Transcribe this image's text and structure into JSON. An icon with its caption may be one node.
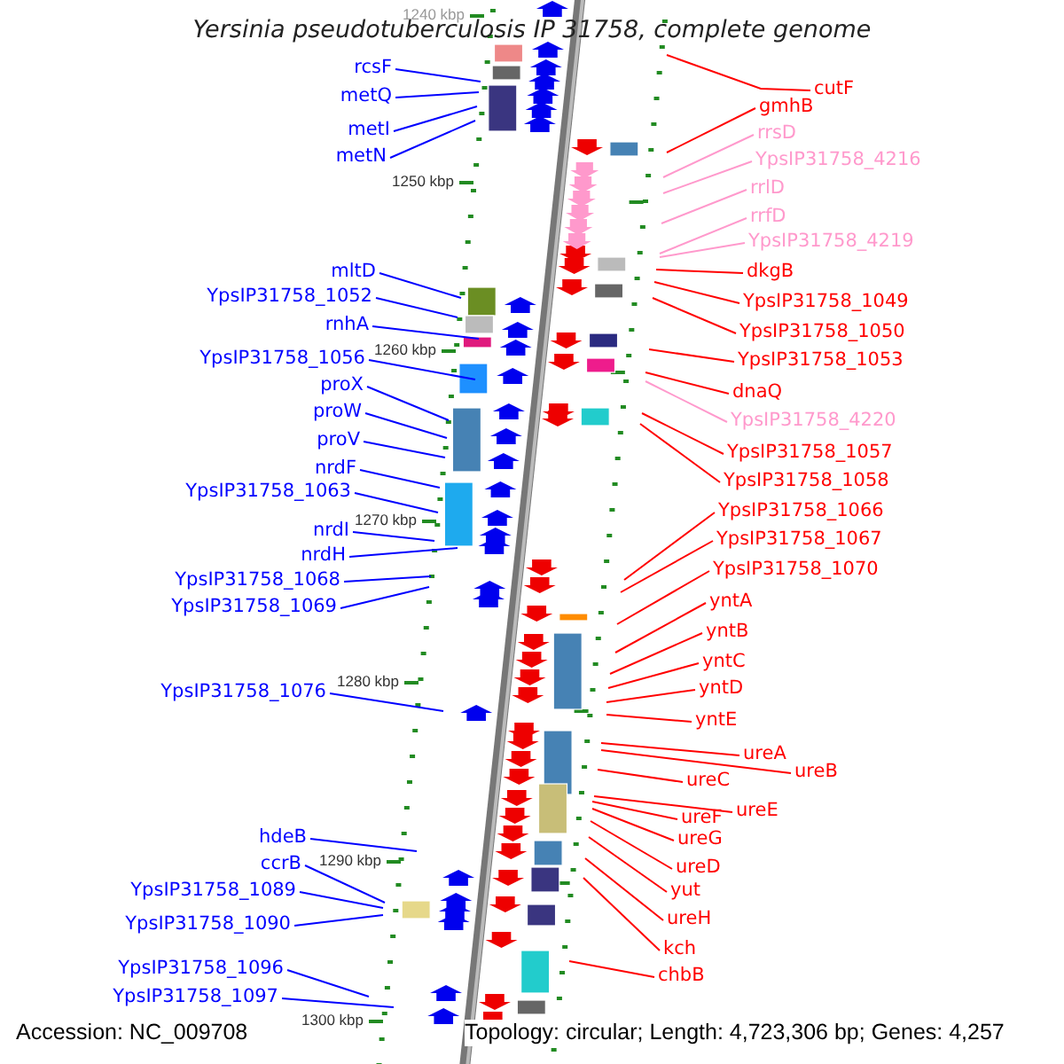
{
  "diagram": {
    "title": "Yersinia pseudotuberculosis IP 31758, complete genome",
    "nodes": [
      {
        "text": [
          "rcsF"
        ]
      },
      {
        "text": [
          "metQ"
        ]
      },
      {
        "text": [
          "metI"
        ]
      },
      {
        "text": [
          "metN"
        ]
      },
      {
        "text": [
          "mltD"
        ]
      },
      {
        "text": [
          "YpsIP31758_1052"
        ]
      },
      {
        "text": [
          "rnhA"
        ]
      },
      {
        "text": [
          "YpsIP31758_1056"
        ]
      },
      {
        "text": [
          "proX"
        ]
      },
      {
        "text": [
          "proW"
        ]
      },
      {
        "text": [
          "proV"
        ]
      },
      {
        "text": [
          "nrdF"
        ]
      },
      {
        "text": [
          "YpsIP31758_1063"
        ]
      },
      {
        "text": [
          "nrdI"
        ]
      },
      {
        "text": [
          "nrdH"
        ]
      },
      {
        "text": [
          "YpsIP31758_1068"
        ]
      },
      {
        "text": [
          "YpsIP31758_1069"
        ]
      },
      {
        "text": [
          "YpsIP31758_1076"
        ]
      },
      {
        "text": [
          "hdeB"
        ]
      },
      {
        "text": [
          "ccrB"
        ]
      },
      {
        "text": [
          "YpsIP31758_1089"
        ]
      },
      {
        "text": [
          "YpsIP31758_1090"
        ]
      },
      {
        "text": [
          "YpsIP31758_1096"
        ]
      },
      {
        "text": [
          "YpsIP31758_1097"
        ]
      },
      {
        "text": [
          "cutF"
        ]
      },
      {
        "text": [
          "gmhB"
        ]
      },
      {
        "text": [
          "rrsD"
        ]
      },
      {
        "text": [
          "YpsIP31758_4216"
        ]
      },
      {
        "text": [
          "rrlD"
        ]
      },
      {
        "text": [
          "rrfD"
        ]
      },
      {
        "text": [
          "YpsIP31758_4219"
        ]
      },
      {
        "text": [
          "dkgB"
        ]
      },
      {
        "text": [
          "YpsIP31758_1049"
        ]
      },
      {
        "text": [
          "YpsIP31758_1050"
        ]
      },
      {
        "text": [
          "YpsIP31758_1053"
        ]
      },
      {
        "text": [
          "dnaQ"
        ]
      },
      {
        "text": [
          "YpsIP31758_4220"
        ]
      },
      {
        "text": [
          "YpsIP31758_1057"
        ]
      },
      {
        "text": [
          "YpsIP31758_1058"
        ]
      },
      {
        "text": [
          "YpsIP31758_1066"
        ]
      },
      {
        "text": [
          "YpsIP31758_1067"
        ]
      },
      {
        "text": [
          "YpsIP31758_1070"
        ]
      },
      {
        "text": [
          "yntA"
        ]
      },
      {
        "text": [
          "yntB"
        ]
      },
      {
        "text": [
          "yntC"
        ]
      },
      {
        "text": [
          "yntD"
        ]
      },
      {
        "text": [
          "yntE"
        ]
      },
      {
        "text": [
          "ureA"
        ]
      },
      {
        "text": [
          "ureB"
        ]
      },
      {
        "text": [
          "ureC"
        ]
      },
      {
        "text": [
          "ureE"
        ]
      },
      {
        "text": [
          "ureF"
        ]
      },
      {
        "text": [
          "ureG"
        ]
      },
      {
        "text": [
          "ureD"
        ]
      },
      {
        "text": [
          "yut"
        ]
      },
      {
        "text": [
          "ureH"
        ]
      },
      {
        "text": [
          "kch"
        ]
      },
      {
        "text": [
          "chbB"
        ]
      }
    ],
    "edges": [
      {
        "from": 0,
        "to": null,
        "arrow": "none",
        "color": "#0000ff"
      },
      {
        "from": 1,
        "to": null,
        "arrow": "none",
        "color": "#0000ff"
      },
      {
        "from": 2,
        "to": null,
        "arrow": "none",
        "color": "#0000ff"
      },
      {
        "from": 3,
        "to": null,
        "arrow": "none",
        "color": "#0000ff"
      },
      {
        "from": 4,
        "to": null,
        "arrow": "none",
        "color": "#0000ff"
      },
      {
        "from": 5,
        "to": null,
        "arrow": "none",
        "color": "#0000ff"
      },
      {
        "from": 6,
        "to": null,
        "arrow": "none",
        "color": "#0000ff"
      },
      {
        "from": 7,
        "to": null,
        "arrow": "none",
        "color": "#0000ff"
      },
      {
        "from": 8,
        "to": null,
        "arrow": "none",
        "color": "#0000ff"
      },
      {
        "from": 9,
        "to": null,
        "arrow": "none",
        "color": "#0000ff"
      },
      {
        "from": 10,
        "to": null,
        "arrow": "none",
        "color": "#0000ff"
      },
      {
        "from": 11,
        "to": null,
        "arrow": "none",
        "color": "#0000ff"
      },
      {
        "from": 12,
        "to": null,
        "arrow": "none",
        "color": "#0000ff"
      },
      {
        "from": 13,
        "to": null,
        "arrow": "none",
        "color": "#0000ff"
      },
      {
        "from": 14,
        "to": null,
        "arrow": "none",
        "color": "#0000ff"
      },
      {
        "from": 15,
        "to": null,
        "arrow": "none",
        "color": "#0000ff"
      },
      {
        "from": 16,
        "to": null,
        "arrow": "none",
        "color": "#0000ff"
      },
      {
        "from": 17,
        "to": null,
        "arrow": "none",
        "color": "#0000ff"
      },
      {
        "from": 18,
        "to": null,
        "arrow": "none",
        "color": "#0000ff"
      },
      {
        "from": 19,
        "to": null,
        "arrow": "none",
        "color": "#0000ff"
      },
      {
        "from": 20,
        "to": null,
        "arrow": "none",
        "color": "#0000ff"
      },
      {
        "from": 21,
        "to": null,
        "arrow": "none",
        "color": "#0000ff"
      },
      {
        "from": 22,
        "to": null,
        "arrow": "none",
        "color": "#0000ff"
      },
      {
        "from": 23,
        "to": null,
        "arrow": "none",
        "color": "#0000ff"
      },
      {
        "from": 24,
        "to": null,
        "arrow": "none"
      },
      {
        "from": 25,
        "to": null,
        "arrow": "none"
      },
      {
        "from": 26,
        "to": null,
        "arrow": "none",
        "color": "#ff99cc"
      },
      {
        "from": 27,
        "to": null,
        "arrow": "none",
        "color": "#ff99cc"
      },
      {
        "from": 28,
        "to": null,
        "arrow": "none",
        "color": "#ff99cc"
      },
      {
        "from": 29,
        "to": null,
        "arrow": "none",
        "color": "#ff99cc"
      },
      {
        "from": 30,
        "to": null,
        "arrow": "none",
        "color": "#ff99cc"
      },
      {
        "from": 31,
        "to": null,
        "arrow": "none"
      },
      {
        "from": 32,
        "to": null,
        "arrow": "none"
      },
      {
        "from": 33,
        "to": null,
        "arrow": "none"
      },
      {
        "from": 34,
        "to": null,
        "arrow": "none"
      },
      {
        "from": 35,
        "to": null,
        "arrow": "none"
      },
      {
        "from": 36,
        "to": null,
        "arrow": "none",
        "color": "#ff99cc"
      },
      {
        "from": 37,
        "to": null,
        "arrow": "none"
      },
      {
        "from": 38,
        "to": null,
        "arrow": "none"
      },
      {
        "from": 39,
        "to": null,
        "arrow": "none"
      },
      {
        "from": 40,
        "to": null,
        "arrow": "none"
      },
      {
        "from": 41,
        "to": null,
        "arrow": "none"
      },
      {
        "from": 42,
        "to": null,
        "arrow": "none"
      },
      {
        "from": 43,
        "to": null,
        "arrow": "none"
      },
      {
        "from": 44,
        "to": null,
        "arrow": "none"
      },
      {
        "from": 45,
        "to": null,
        "arrow": "none"
      },
      {
        "from": 46,
        "to": null,
        "arrow": "none"
      },
      {
        "from": 47,
        "to": null,
        "arrow": "none"
      },
      {
        "from": 48,
        "to": null,
        "arrow": "none"
      },
      {
        "from": 49,
        "to": null,
        "arrow": "none"
      },
      {
        "from": 50,
        "to": null,
        "arrow": "none"
      },
      {
        "from": 51,
        "to": null,
        "arrow": "none"
      },
      {
        "from": 52,
        "to": null,
        "arrow": "none"
      },
      {
        "from": 53,
        "to": null,
        "arrow": "none"
      },
      {
        "from": 54,
        "to": null,
        "arrow": "none"
      },
      {
        "from": 55,
        "to": null,
        "arrow": "none"
      },
      {
        "from": 56,
        "to": null,
        "arrow": "none"
      },
      {
        "from": 57,
        "to": null,
        "arrow": "none"
      }
    ],
    "labels": [
      "1240 kbp",
      "1250 kbp",
      "1260 kbp",
      "1270 kbp",
      "1280 kbp",
      "1290 kbp",
      "1300 kbp",
      "Accession: NC_009708",
      "Topology: circular; Length: 4,723,306 bp; Genes: 4,257"
    ]
  }
}
